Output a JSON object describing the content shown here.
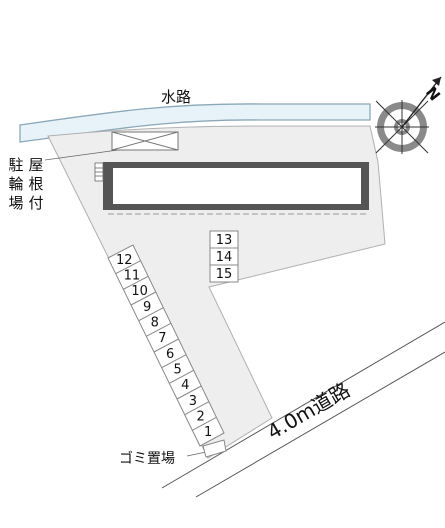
{
  "labels": {
    "waterway": "水路",
    "roof": "屋根付",
    "bike_parking": "駐輪場",
    "garbage": "ゴミ置場",
    "road": "4.0m道路",
    "north": "N"
  },
  "spaces_upper": [
    "13",
    "14",
    "15"
  ],
  "spaces_diagonal": [
    "12",
    "11",
    "10",
    "9",
    "8",
    "7",
    "6",
    "5",
    "4",
    "3",
    "2",
    "1"
  ],
  "colors": {
    "lot": "#eeeeee",
    "lot_border": "#b0b0b0",
    "water": "#e8f3f9",
    "water_border": "#8aa8b8",
    "building": "#555555",
    "compass": "#8a8a8a"
  },
  "icons": [
    "compass-icon",
    "utility-box-icon"
  ]
}
